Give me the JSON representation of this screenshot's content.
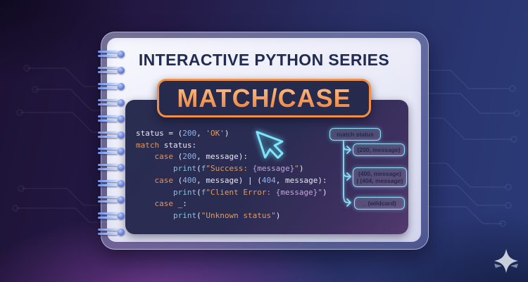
{
  "header": {
    "series_title": "INTERACTIVE PYTHON SERIES",
    "topic": "MATCH/CASE"
  },
  "code": {
    "lines": [
      [
        {
          "t": "status = (",
          "c": "plain"
        },
        {
          "t": "200",
          "c": "number"
        },
        {
          "t": ", ",
          "c": "plain"
        },
        {
          "t": "'OK'",
          "c": "string"
        },
        {
          "t": ")",
          "c": "plain"
        }
      ],
      [
        {
          "t": "match",
          "c": "keyword"
        },
        {
          "t": " status:",
          "c": "plain"
        }
      ],
      [
        {
          "t": "    ",
          "c": "plain"
        },
        {
          "t": "case",
          "c": "keyword"
        },
        {
          "t": " (",
          "c": "plain"
        },
        {
          "t": "200",
          "c": "number"
        },
        {
          "t": ", message):",
          "c": "plain"
        }
      ],
      [
        {
          "t": "        ",
          "c": "plain"
        },
        {
          "t": "print",
          "c": "builtin"
        },
        {
          "t": "(",
          "c": "plain"
        },
        {
          "t": "f",
          "c": "builtin"
        },
        {
          "t": "\"Success: ",
          "c": "string"
        },
        {
          "t": "{message}",
          "c": "interp"
        },
        {
          "t": "\"",
          "c": "string"
        },
        {
          "t": ")",
          "c": "plain"
        }
      ],
      [
        {
          "t": "    ",
          "c": "plain"
        },
        {
          "t": "case",
          "c": "keyword"
        },
        {
          "t": " (",
          "c": "plain"
        },
        {
          "t": "400",
          "c": "number"
        },
        {
          "t": ", message) | (",
          "c": "plain"
        },
        {
          "t": "404",
          "c": "number"
        },
        {
          "t": ", message):",
          "c": "plain"
        }
      ],
      [
        {
          "t": "        ",
          "c": "plain"
        },
        {
          "t": "print",
          "c": "builtin"
        },
        {
          "t": "(",
          "c": "plain"
        },
        {
          "t": "f",
          "c": "builtin"
        },
        {
          "t": "\"Client Error: ",
          "c": "string"
        },
        {
          "t": "{message}",
          "c": "interp"
        },
        {
          "t": "\"",
          "c": "string"
        },
        {
          "t": ")",
          "c": "plain"
        }
      ],
      [
        {
          "t": "    ",
          "c": "plain"
        },
        {
          "t": "case",
          "c": "keyword"
        },
        {
          "t": " _:",
          "c": "plain"
        }
      ],
      [
        {
          "t": "        ",
          "c": "plain"
        },
        {
          "t": "print",
          "c": "builtin"
        },
        {
          "t": "(",
          "c": "plain"
        },
        {
          "t": "\"Unknown status\"",
          "c": "string"
        },
        {
          "t": ")",
          "c": "plain"
        }
      ]
    ],
    "syntax_colors": {
      "plain": "#e9e6f4",
      "keyword": "#de9468",
      "number": "#8ab4e8",
      "string": "#dd9c63",
      "builtin": "#7cc4e0",
      "interp": "#c3a5de"
    }
  },
  "flowchart": {
    "root_label": "match status",
    "branches": [
      {
        "lines": [
          "(200, message)"
        ]
      },
      {
        "lines": [
          "(400, message)",
          "| (404, message)"
        ]
      },
      {
        "lines": [
          "_ (wildcard)"
        ]
      }
    ]
  },
  "icons": {
    "cursor": "cursor-arrow-icon",
    "sparkle": "sparkle-star-icon"
  },
  "colors": {
    "badge_border": "#ef9046",
    "badge_text": "#f59d58",
    "title_text": "#222b52",
    "code_background": "#2a2c52",
    "flowchart_border": "#8be0f6",
    "cursor_glow": "#7ee6fa",
    "page_background": "#ebecf8"
  }
}
